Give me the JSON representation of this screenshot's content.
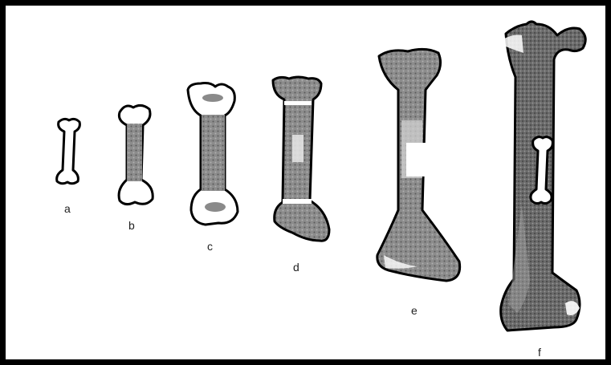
{
  "figure": {
    "labels": [
      "a",
      "b",
      "c",
      "d",
      "e",
      "f"
    ]
  },
  "colors": {
    "ink": "#000000",
    "cartilage": "#ffffff",
    "bone_dark": "#6e6e6e",
    "bone_mid": "#9a9a9a",
    "bone_light": "#c8c8c8"
  }
}
